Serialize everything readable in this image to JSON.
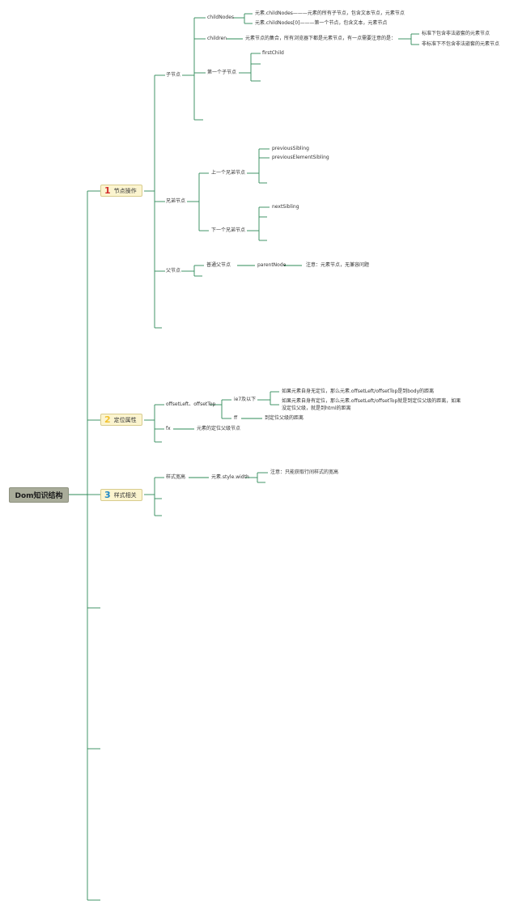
{
  "root": "Dom知识结构",
  "colors": {
    "line": "#2e8b57",
    "num1": "#d32f2f",
    "num2": "#f2c230",
    "num3": "#1e88c7",
    "root_bg": "#a9ac9a",
    "cat_bg": "#fbf4cf"
  },
  "categories": [
    {
      "num": "1",
      "label": "节点操作"
    },
    {
      "num": "2",
      "label": "定位属性"
    },
    {
      "num": "3",
      "label": "样式相关"
    }
  ],
  "nodes": {
    "child": "子节点",
    "childNodes": "childNodes",
    "childNodes_desc": "元素.childNodes———元素的所有子节点，包含文本节点，元素节点",
    "childNodes0_desc": "元素.childNodes[0]———第一个节点，包含文本，元素节点",
    "children": "children",
    "children_desc": "元素节点的集合，所有浏览器下都是元素节点，有一点需要注意的是：",
    "children_std": "标准下包含非法嵌套的元素节点",
    "children_nonstd": "非标准下不包含非法嵌套的元素节点",
    "first_child": "第一个子节点",
    "firstChild": "firstChild",
    "sibling": "兄弟节点",
    "prev_sibling": "上一个兄弟节点",
    "previousSibling": "previousSibling",
    "previousElementSibling": "previousElementSibling",
    "next_sibling": "下一个兄弟节点",
    "nextSibling": "nextSibling",
    "parent": "父节点",
    "normal_parent": "普通父节点",
    "parentNode": "parentNode",
    "parent_note": "注意：元素节点，无兼容问题",
    "offset": "offsetLeft、offsetTop",
    "ie7": "ie7及以下",
    "ie7_a": "如果元素自身无定位，那么元素.offsetLeft/offsetTop是到body的距离",
    "ie7_b1": "如果元素自身有定位，那么元素.offsetLeft/offsetTop就是到定位父级的距离，如果",
    "ie7_b2": "没定位父级，就是到html的距离",
    "ff": "ff",
    "ff_desc": "到定位父级的距离",
    "fx": "fx",
    "fx_desc": "元素的定位父级节点",
    "style_wh": "样式宽高",
    "style_width": "元素.style.width",
    "style_note": "注意：只能获取行间样式的宽高"
  }
}
